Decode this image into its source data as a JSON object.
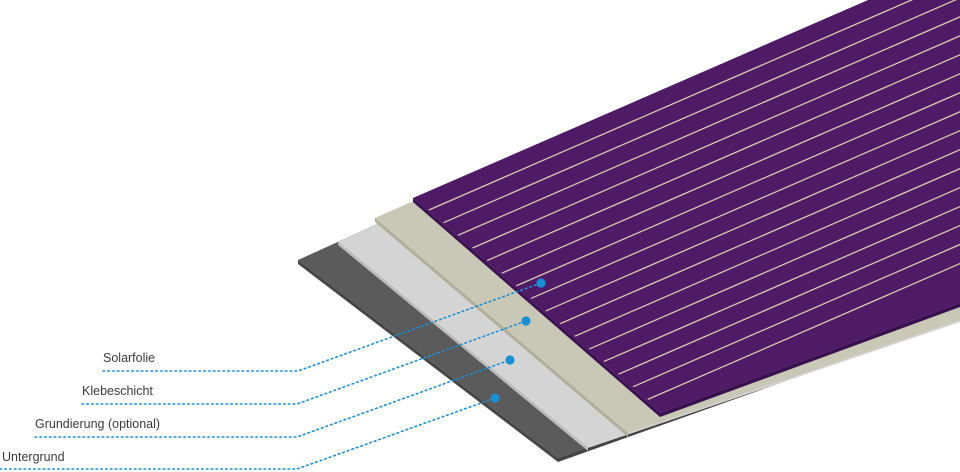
{
  "diagram": {
    "layers": [
      {
        "id": "solarfolie",
        "label": "Solarfolie",
        "color": "#4e1a66"
      },
      {
        "id": "klebeschicht",
        "label": "Klebeschicht",
        "color": "#c9c7b6"
      },
      {
        "id": "grundierung",
        "label": "Grundierung (optional)",
        "color": "#d6d6d6"
      },
      {
        "id": "untergrund",
        "label": "Untergrund",
        "color": "#565656"
      }
    ],
    "accent_color": "#1a8fd4",
    "cell_line_color": "#d9c9b0"
  }
}
